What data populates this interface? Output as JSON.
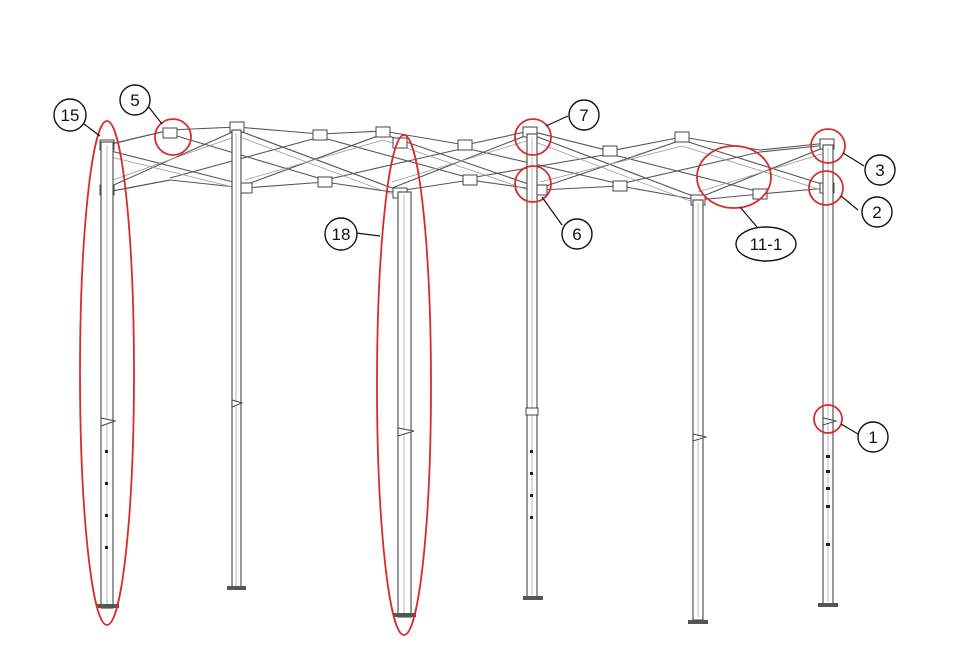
{
  "diagram": {
    "highlight_color": "#d92b2b",
    "line_color": "#111111",
    "frame_color": "#555555",
    "callouts": [
      {
        "id": "c1",
        "label": "1"
      },
      {
        "id": "c2",
        "label": "2"
      },
      {
        "id": "c3",
        "label": "3"
      },
      {
        "id": "c5",
        "label": "5"
      },
      {
        "id": "c6",
        "label": "6"
      },
      {
        "id": "c7",
        "label": "7"
      },
      {
        "id": "c11",
        "label": "11-1"
      },
      {
        "id": "c15",
        "label": "15"
      },
      {
        "id": "c18",
        "label": "18"
      }
    ]
  }
}
